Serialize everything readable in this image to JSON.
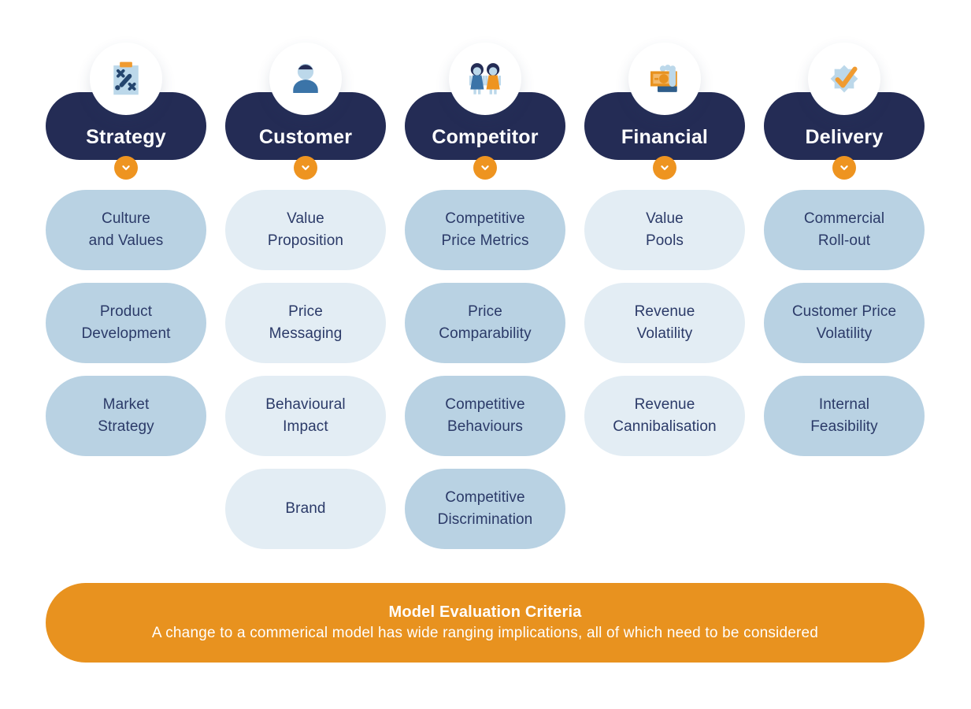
{
  "colors": {
    "background": "#FFFFFF",
    "header_pill": "#242C55",
    "header_text": "#FFFFFF",
    "item_text": "#2B3A68",
    "item_pill_dark": "#B9D2E3",
    "item_pill_light": "#E3EDF4",
    "accent_orange": "#EE9420",
    "banner_background": "#E8921F",
    "banner_text": "#FFFFFF",
    "icon_light_blue": "#BCD8EA",
    "icon_blue": "#3B74A8",
    "icon_navy": "#24456E"
  },
  "columns": [
    {
      "label": "Strategy",
      "icon": "tactics-board-icon",
      "items": [
        "Culture\nand Values",
        "Product\nDevelopment",
        "Market\nStrategy"
      ]
    },
    {
      "label": "Customer",
      "icon": "person-icon",
      "items": [
        "Value\nProposition",
        "Price\nMessaging",
        "Behavioural\nImpact",
        "Brand"
      ]
    },
    {
      "label": "Competitor",
      "icon": "two-people-icon",
      "items": [
        "Competitive\nPrice Metrics",
        "Price\nComparability",
        "Competitive\nBehaviours",
        "Competitive\nDiscrimination"
      ]
    },
    {
      "label": "Financial",
      "icon": "money-in-hand-icon",
      "items": [
        "Value\nPools",
        "Revenue\nVolatility",
        "Revenue\nCannibalisation"
      ]
    },
    {
      "label": "Delivery",
      "icon": "badge-check-icon",
      "items": [
        "Commercial\nRoll-out",
        "Customer Price\nVolatility",
        "Internal\nFeasibility"
      ]
    }
  ],
  "banner": {
    "title": "Model Evaluation Criteria",
    "subtitle": "A change to a commerical model has wide ranging implications, all of which need to be considered"
  }
}
